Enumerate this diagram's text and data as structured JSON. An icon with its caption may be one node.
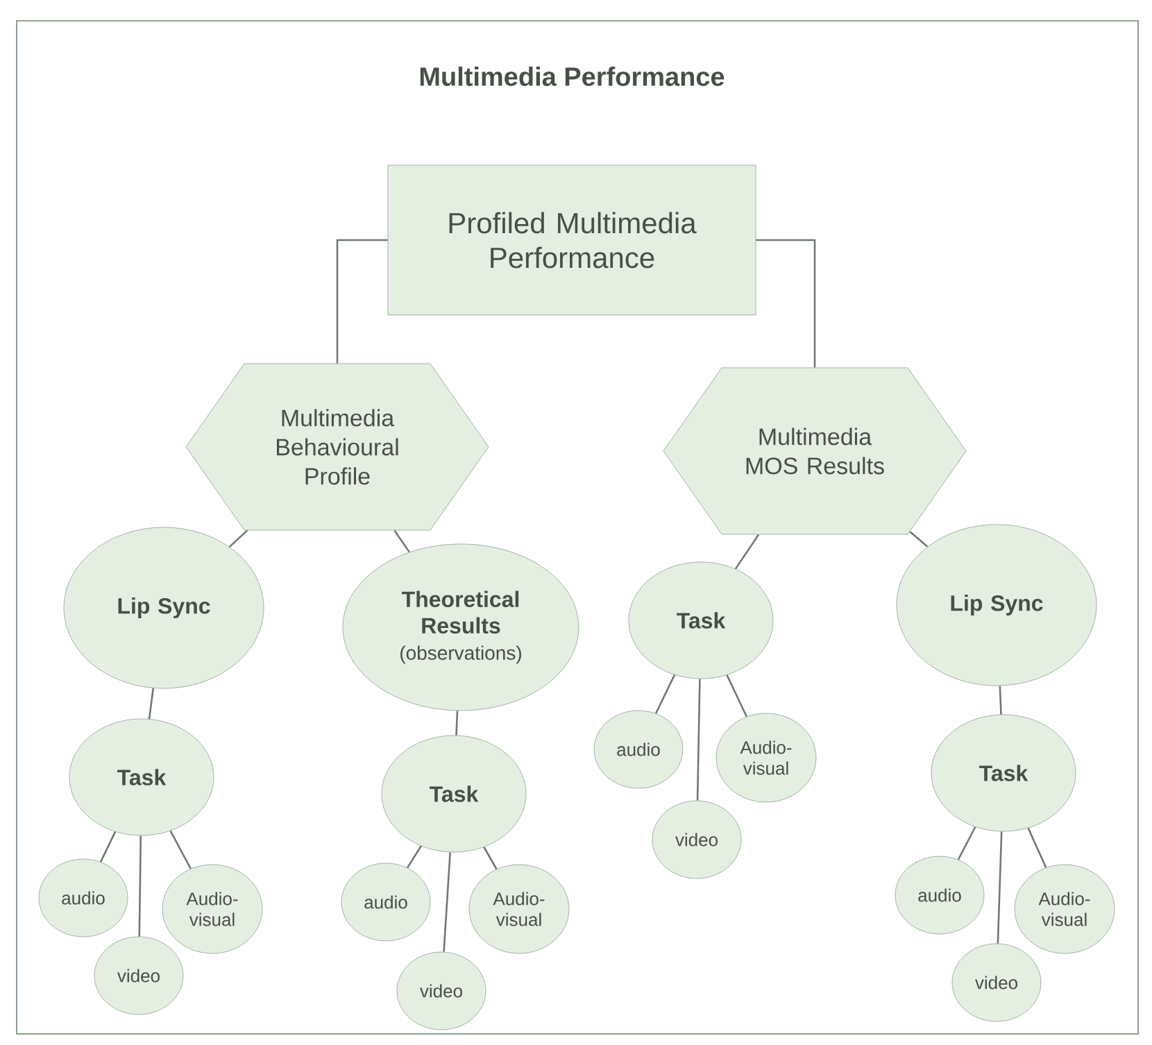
{
  "diagram": {
    "title": "Multimedia Performance",
    "nodes": [
      {
        "text": [
          "Profiled Multimedia Performance"
        ]
      },
      {
        "text": [
          "Multimedia Behavioural Profile"
        ]
      },
      {
        "text": [
          "Multimedia MOS Results"
        ]
      },
      {
        "text": [
          "Lip Sync"
        ]
      },
      {
        "text": [
          "Theoretical Results",
          "(observations)"
        ]
      },
      {
        "text": [
          "Task"
        ]
      },
      {
        "text": [
          "Lip Sync"
        ]
      },
      {
        "text": [
          "Task"
        ]
      },
      {
        "text": [
          "Task"
        ]
      },
      {
        "text": [
          "audio"
        ]
      },
      {
        "text": [
          "Audio-visual"
        ]
      },
      {
        "text": [
          "video"
        ]
      },
      {
        "text": [
          "Task"
        ]
      },
      {
        "text": [
          "audio"
        ]
      },
      {
        "text": [
          "Audio-visual"
        ]
      },
      {
        "text": [
          "video"
        ]
      },
      {
        "text": [
          "audio"
        ]
      },
      {
        "text": [
          "Audio-visual"
        ]
      },
      {
        "text": [
          "video"
        ]
      },
      {
        "text": [
          "audio"
        ]
      },
      {
        "text": [
          "Audio-visual"
        ]
      },
      {
        "text": [
          "video"
        ]
      }
    ],
    "edges": [
      {
        "from": 0,
        "to": 1,
        "arrow": "none"
      },
      {
        "from": 0,
        "to": 2,
        "arrow": "none"
      },
      {
        "from": 1,
        "to": 3,
        "arrow": "none"
      },
      {
        "from": 1,
        "to": 4,
        "arrow": "none"
      },
      {
        "from": 2,
        "to": 5,
        "arrow": "none"
      },
      {
        "from": 2,
        "to": 6,
        "arrow": "none"
      },
      {
        "from": 3,
        "to": 7,
        "arrow": "none"
      },
      {
        "from": 4,
        "to": 8,
        "arrow": "none"
      },
      {
        "from": 5,
        "to": 9,
        "arrow": "none"
      },
      {
        "from": 5,
        "to": 11,
        "arrow": "none"
      },
      {
        "from": 5,
        "to": 10,
        "arrow": "none"
      },
      {
        "from": 7,
        "to": 13,
        "arrow": "none"
      },
      {
        "from": 7,
        "to": 15,
        "arrow": "none"
      },
      {
        "from": 7,
        "to": 14,
        "arrow": "none"
      },
      {
        "from": 8,
        "to": 16,
        "arrow": "none"
      },
      {
        "from": 8,
        "to": 18,
        "arrow": "none"
      },
      {
        "from": 8,
        "to": 17,
        "arrow": "none"
      },
      {
        "from": 6,
        "to": 12,
        "arrow": "none"
      },
      {
        "from": 12,
        "to": 19,
        "arrow": "none"
      },
      {
        "from": 12,
        "to": 21,
        "arrow": "none"
      },
      {
        "from": 12,
        "to": 20,
        "arrow": "none"
      }
    ]
  }
}
